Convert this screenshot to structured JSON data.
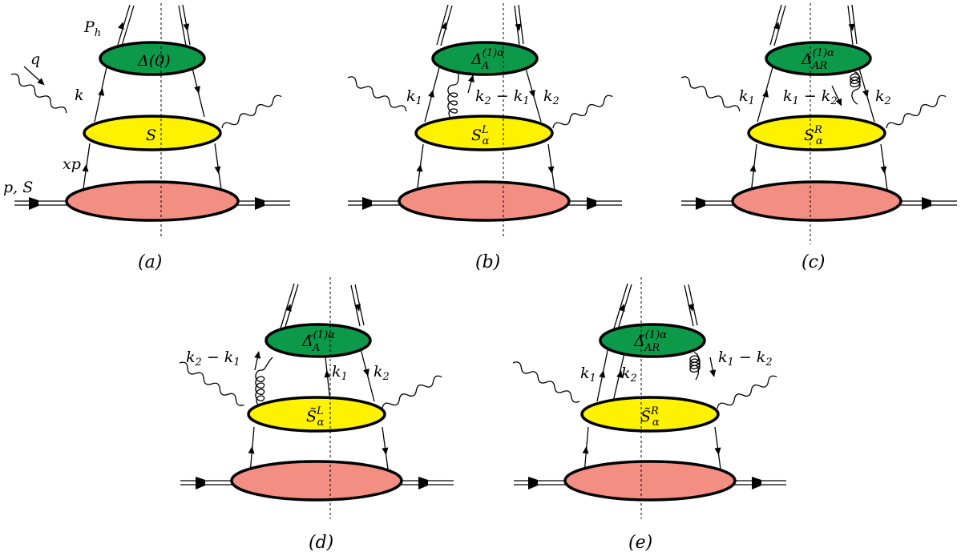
{
  "diagrams": [
    {
      "id": "a",
      "caption": "(a)",
      "top_blob": "Δ(0)",
      "mid_blob": "S",
      "labels": {
        "ph": "P",
        "ph_sub": "h",
        "q": "q",
        "k": "k",
        "xp": "xp",
        "pS": "p, S"
      }
    },
    {
      "id": "b",
      "caption": "(b)",
      "top_blob": "Δ",
      "top_sub": "A",
      "top_sup": "(1)α",
      "mid_blob": "S",
      "mid_sub": "α",
      "mid_sup": "L",
      "labels": {
        "k1": "k",
        "k1_sub": "1",
        "k2": "k",
        "k2_sub": "2",
        "gluon": "k",
        "gluon_rest": " − k",
        "gluon_sub_a": "2",
        "gluon_sub_b": "1"
      }
    },
    {
      "id": "c",
      "caption": "(c)",
      "top_blob": "Δ",
      "top_sub": "AR",
      "top_sup": "(1)α",
      "mid_blob": "S",
      "mid_sub": "α",
      "mid_sup": "R",
      "labels": {
        "k1": "k",
        "k1_sub": "1",
        "k2": "k",
        "k2_sub": "2",
        "gluon": "k",
        "gluon_rest": " − k",
        "gluon_sub_a": "1",
        "gluon_sub_b": "2"
      }
    },
    {
      "id": "d",
      "caption": "(d)",
      "top_blob": "Δ̃",
      "top_sub": "A",
      "top_sup": "(1)α",
      "mid_blob": "S̃",
      "mid_sub": "α",
      "mid_sup": "L",
      "labels": {
        "k1": "k",
        "k1_sub": "1",
        "k2": "k",
        "k2_sub": "2",
        "gluon": "k",
        "gluon_rest": " − k",
        "gluon_sub_a": "2",
        "gluon_sub_b": "1"
      }
    },
    {
      "id": "e",
      "caption": "(e)",
      "top_blob": "Δ̃",
      "top_sub": "AR",
      "top_sup": "(1)α",
      "mid_blob": "S̃",
      "mid_sub": "α",
      "mid_sup": "R",
      "labels": {
        "k1": "k",
        "k1_sub": "1",
        "k2": "k",
        "k2_sub": "2",
        "gluon": "k",
        "gluon_rest": " − k",
        "gluon_sub_a": "1",
        "gluon_sub_b": "2"
      }
    }
  ],
  "colors": {
    "green": "#0c9a4a",
    "yellow": "#fff200",
    "salmon": "#f28e82"
  }
}
